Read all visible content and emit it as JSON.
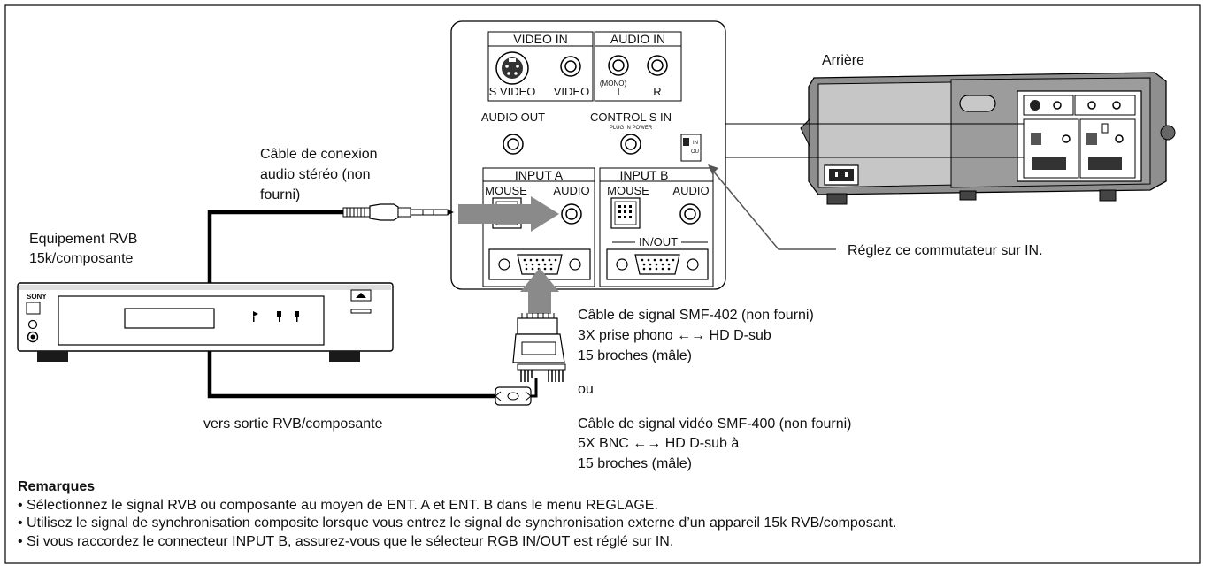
{
  "panel": {
    "video_in": "VIDEO IN",
    "audio_in": "AUDIO IN",
    "s_video": "S VIDEO",
    "video": "VIDEO",
    "mono": "(MONO)",
    "l": "L",
    "r": "R",
    "audio_out": "AUDIO OUT",
    "control_s_in": "CONTROL S IN",
    "plug_in_power": "PLUG IN POWER",
    "switch_in": "IN",
    "switch_out": "OUT",
    "input_a": "INPUT A",
    "input_b": "INPUT B",
    "mouse_a": "MOUSE",
    "audio_a": "AUDIO",
    "mouse_b": "MOUSE",
    "audio_b": "AUDIO",
    "in_out": "IN/OUT"
  },
  "labels": {
    "arriere": "Arrière",
    "audio_cable_1": "Câble de conexion",
    "audio_cable_2": "audio stéréo (non",
    "audio_cable_3": "fourni)",
    "equipment_1": "Equipement RVB",
    "equipment_2": "15k/composante",
    "sony": "SONY",
    "switch_note": "Réglez ce commutateur sur IN.",
    "smf402_1": "Câble de signal SMF-402 (non fourni)",
    "smf402_2": "3X prise phono ←→ HD D-sub",
    "smf402_3": "15 broches (mâle)",
    "ou": "ou",
    "smf400_1": "Câble de signal vidéo SMF-400 (non fourni)",
    "smf400_2": "5X BNC ←→ HD D-sub à",
    "smf400_3": "15 broches (mâle)",
    "output_label": "vers sortie RVB/composante"
  },
  "notes": {
    "title": "Remarques",
    "items": [
      "• Sélectionnez le signal RVB ou composante au moyen de ENT. A et ENT. B dans le menu REGLAGE.",
      "• Utilisez le signal de synchronisation composite lorsque vous entrez le signal de synchronisation externe d’un appareil 15k RVB/composant.",
      "• Si vous raccordez le connecteur INPUT B, assurez-vous que le sélecteur RGB IN/OUT est réglé sur IN."
    ]
  }
}
